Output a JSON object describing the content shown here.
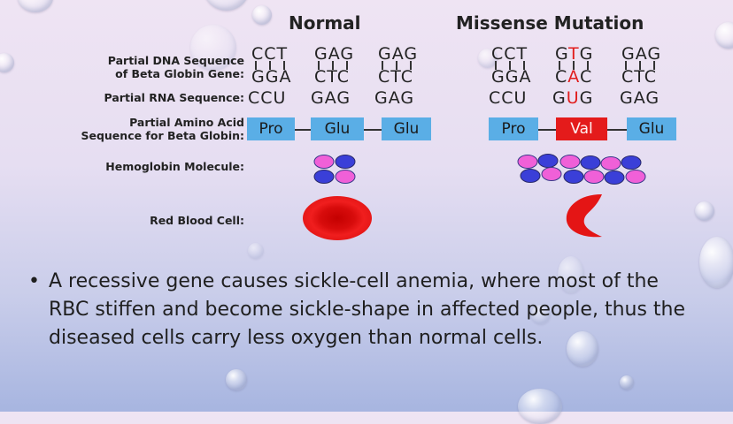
{
  "headers": {
    "normal": "Normal",
    "mutation": "Missense Mutation"
  },
  "labels": {
    "dna_line1": "Partial DNA Sequence",
    "dna_line2": "of Beta Globin Gene:",
    "rna": "Partial RNA Sequence:",
    "aa_line1": "Partial Amino Acid",
    "aa_line2": "Sequence for Beta Globin:",
    "hemoglobin": "Hemoglobin Molecule:",
    "rbc": "Red Blood Cell:"
  },
  "normal": {
    "dna_top": [
      "CCT",
      "GAG",
      "GAG"
    ],
    "dna_bottom": [
      "GGA",
      "CTC",
      "CTC"
    ],
    "rna": [
      "CCU",
      "GAG",
      "GAG"
    ],
    "amino_acids": [
      "Pro",
      "Glu",
      "Glu"
    ]
  },
  "mutation": {
    "dna_top": [
      [
        "CCT"
      ],
      [
        "G",
        "T",
        "G"
      ],
      [
        "GAG"
      ]
    ],
    "dna_bottom": [
      [
        "GGA"
      ],
      [
        "C",
        "A",
        "C"
      ],
      [
        "CTC"
      ]
    ],
    "rna": [
      [
        "CCU"
      ],
      [
        "G",
        "U",
        "G"
      ],
      [
        "GAG"
      ]
    ],
    "amino_acids": [
      "Pro",
      "Val",
      "Glu"
    ]
  },
  "colors": {
    "amino_acid_box": "#5aaee6",
    "mutation_box": "#e41b1b",
    "mutation_base": "#e11c1c",
    "hemoglobin_pink": "#f060d8",
    "hemoglobin_blue": "#3a3fd8",
    "red_blood_cell": "#e41515"
  },
  "bullet": "A recessive gene causes sickle-cell anemia, where most of the RBC stiffen and become sickle-shape in affected people, thus the diseased cells carry less oxygen than normal cells."
}
